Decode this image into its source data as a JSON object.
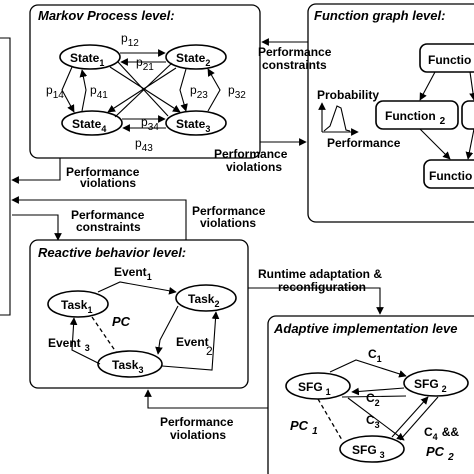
{
  "panels": {
    "markov": {
      "title": "Markov Process level:",
      "states": {
        "s1": "State",
        "s2": "State",
        "s3": "State",
        "s4": "State"
      },
      "subs": {
        "s1": "1",
        "s2": "2",
        "s3": "3",
        "s4": "4"
      },
      "probs": {
        "p12": "12",
        "p21": "21",
        "p14": "14",
        "p41": "41",
        "p23": "23",
        "p32": "32",
        "p34": "34",
        "p43": "43"
      }
    },
    "function_graph": {
      "title": "Function graph level:",
      "probability": "Probability",
      "performance": "Performance",
      "node_a": "Functio",
      "node_b": "Function",
      "node_b_sub": "2",
      "node_c": "Functio"
    },
    "reactive": {
      "title": "Reactive behavior level:",
      "tasks": {
        "t1": "Task",
        "t2": "Task",
        "t3": "Task"
      },
      "task_subs": {
        "t1": "1",
        "t2": "2",
        "t3": "3"
      },
      "events": {
        "e1": "Event",
        "e1_sub": "1",
        "e2": "Event",
        "e2_sub": "2",
        "e3": "Event",
        "e3_sub": "3"
      },
      "pc": "PC"
    },
    "adaptive": {
      "title": "Adaptive implementation leve",
      "sfgs": {
        "f1": "SFG",
        "f2": "SFG",
        "f3": "SFG"
      },
      "sfg_subs": {
        "f1": "1",
        "f2": "2",
        "f3": "3"
      },
      "conds": {
        "c1": "C",
        "c1_sub": "1",
        "c2": "C",
        "c2_sub": "2",
        "c3": "C",
        "c3_sub": "3",
        "c4": "C",
        "c4_sub": "4"
      },
      "pc1": "PC",
      "pc1_sub": "1",
      "amp": "&&",
      "pc2": "PC",
      "pc2_sub": "2"
    }
  },
  "arrow_labels": {
    "perf_constraints_top": [
      "Performance",
      "constraints"
    ],
    "perf_violations_mid": [
      "Performance",
      "violations"
    ],
    "perf_violations_left": [
      "Performance",
      "violations"
    ],
    "perf_constraints_left": [
      "Performance",
      "constraints"
    ],
    "perf_violations_center": [
      "Performance",
      "violations"
    ],
    "runtime": [
      "Runtime adaptation &",
      "reconfiguration"
    ],
    "perf_violations_bottom": [
      "Performance",
      "violations"
    ]
  }
}
